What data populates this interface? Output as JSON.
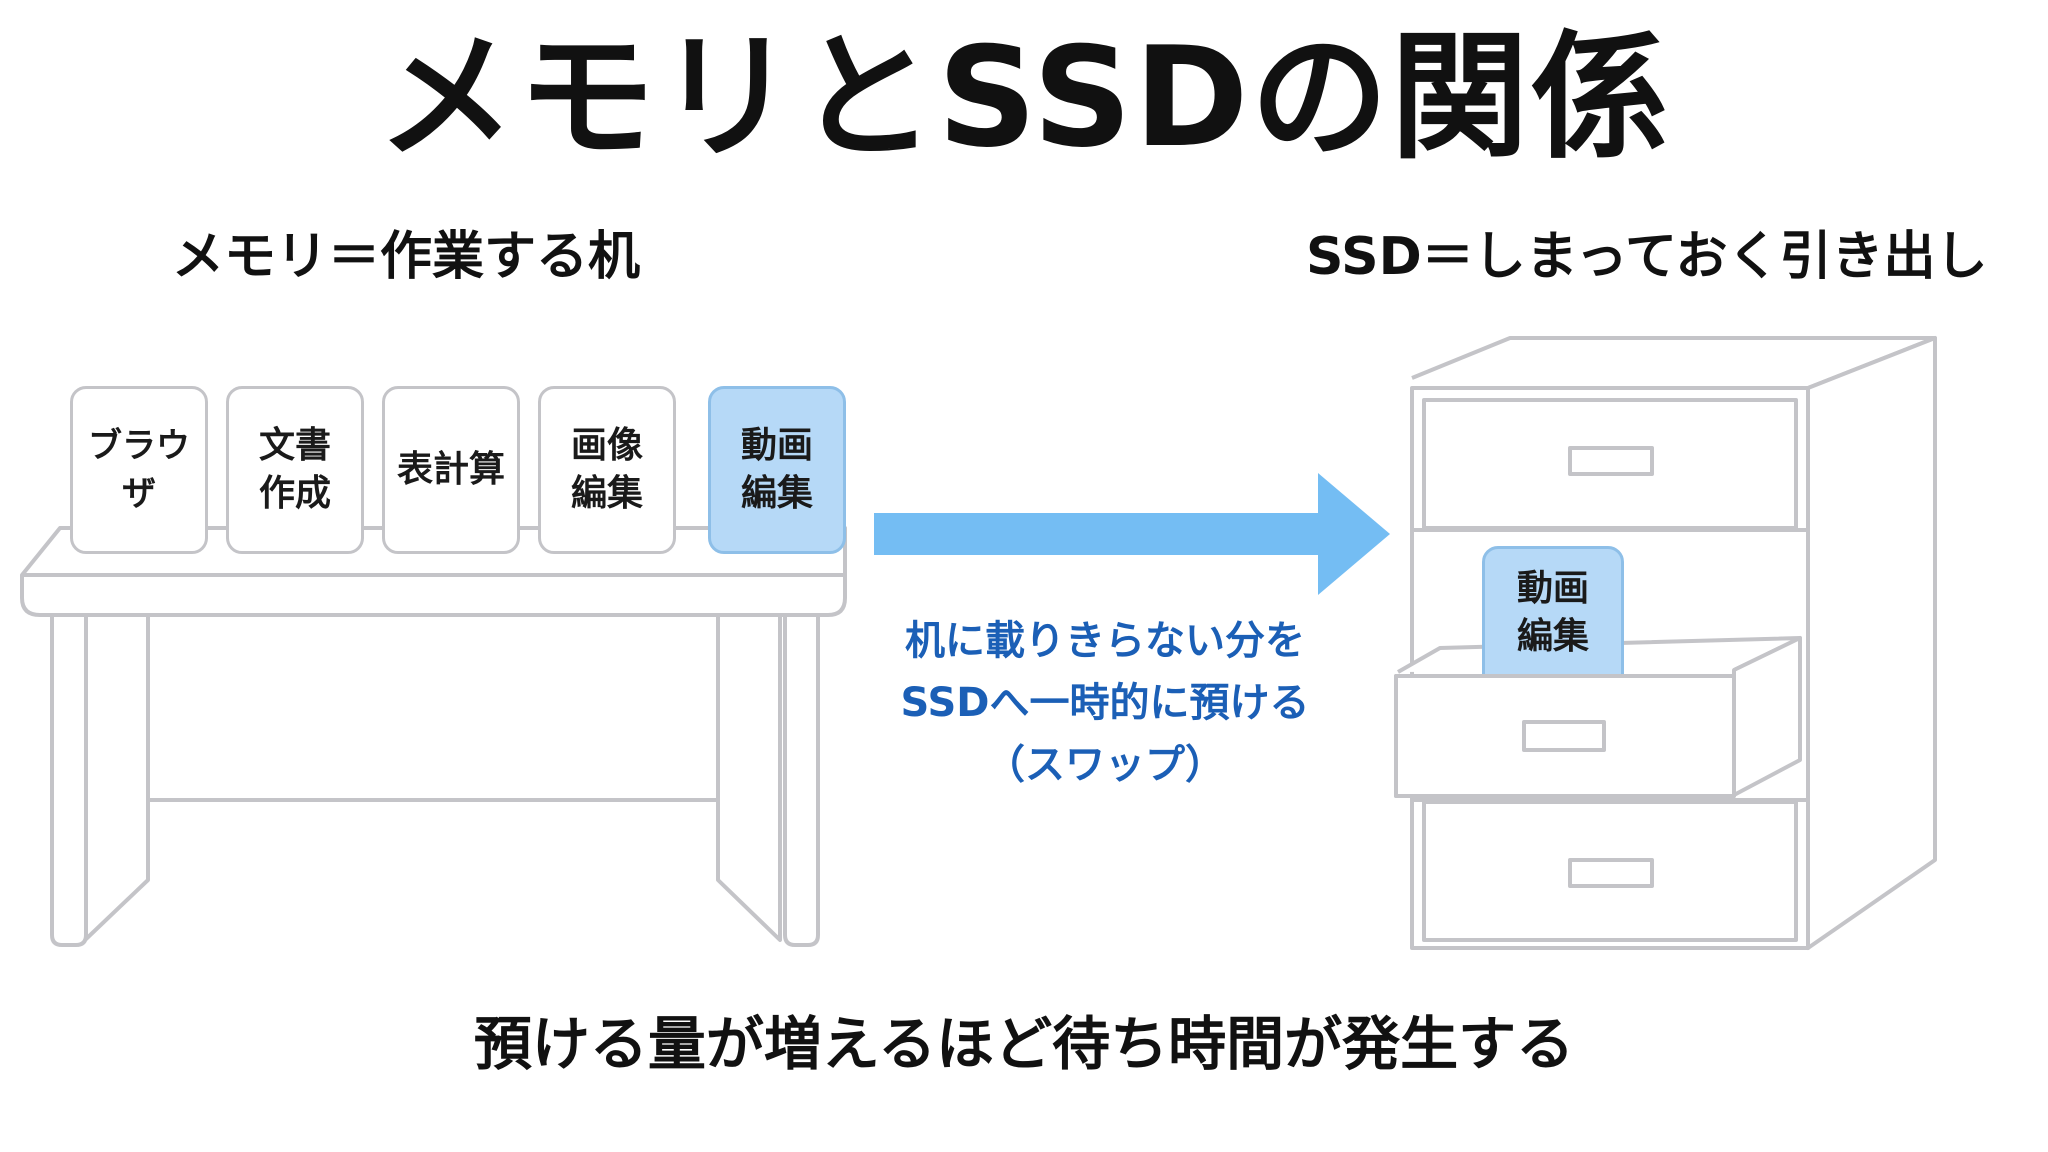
{
  "title": "メモリとSSDの関係",
  "memory_heading": "メモリ＝作業する机",
  "ssd_heading": "SSD＝しまっておく引き出し",
  "desk_apps": [
    {
      "label": "ブラウザ",
      "highlighted": false
    },
    {
      "label": "文書\n作成",
      "highlighted": false
    },
    {
      "label": "表計算",
      "highlighted": false
    },
    {
      "label": "画像\n編集",
      "highlighted": false
    },
    {
      "label": "動画\n編集",
      "highlighted": true
    }
  ],
  "drawer_item": {
    "label": "動画\n編集",
    "highlighted": true
  },
  "swap_caption": {
    "line1": "机に載りきらない分を",
    "line2": "SSDへ一時的に預ける",
    "line3": "（スワップ）"
  },
  "footer": "預ける量が増えるほど待ち時間が発生する",
  "colors": {
    "highlight_fill": "#b6d9f7",
    "arrow": "#74bdf3",
    "caption_text": "#1b5fb6",
    "outline": "#c4c4c8"
  }
}
